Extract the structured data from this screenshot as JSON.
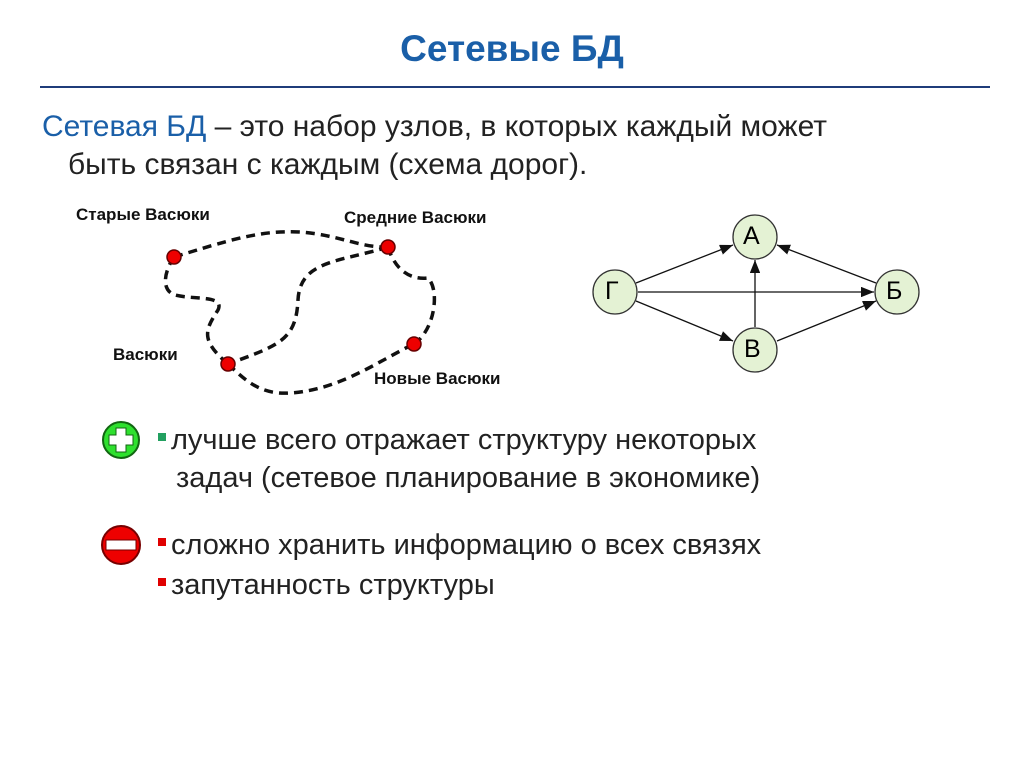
{
  "title": "Сетевые БД",
  "definition": {
    "term": "Сетевая БД",
    "text": " – это набор узлов, в которых каждый может",
    "line2": "быть связан с каждым (схема дорог)."
  },
  "map": {
    "labels": [
      "Старые Васюки",
      "Средние Васюки",
      "Васюки",
      "Новые Васюки"
    ]
  },
  "graph": {
    "nodes": [
      "А",
      "Б",
      "В",
      "Г"
    ],
    "edges": [
      [
        "Г",
        "А"
      ],
      [
        "Г",
        "Б"
      ],
      [
        "Г",
        "В"
      ],
      [
        "В",
        "А"
      ],
      [
        "В",
        "Б"
      ],
      [
        "Б",
        "А"
      ]
    ]
  },
  "pros": {
    "icon": "plus-icon",
    "items": [
      {
        "line1": "лучше всего отражает структуру некоторых",
        "line2": "задач (сетевое планирование в экономике)"
      }
    ],
    "color": "#22a060"
  },
  "cons": {
    "icon": "minus-icon",
    "items": [
      "сложно хранить информацию о всех связях",
      "запутанность структуры"
    ],
    "color": "#e00000"
  }
}
